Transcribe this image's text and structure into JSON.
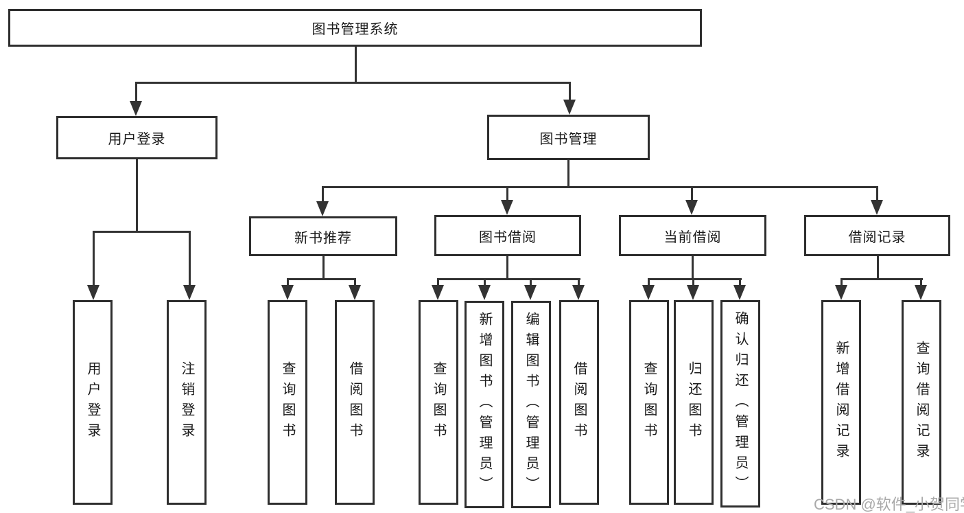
{
  "root": {
    "label": "图书管理系统"
  },
  "branches": [
    {
      "label": "用户登录"
    },
    {
      "label": "图书管理"
    }
  ],
  "modules": [
    {
      "label": "新书推荐"
    },
    {
      "label": "图书借阅"
    },
    {
      "label": "当前借阅"
    },
    {
      "label": "借阅记录"
    }
  ],
  "leaves": [
    {
      "label": "用户登录"
    },
    {
      "label": "注销登录"
    },
    {
      "label": "查询图书"
    },
    {
      "label": "借阅图书"
    },
    {
      "label": "查询图书"
    },
    {
      "label": "新增图书（管理员）"
    },
    {
      "label": "编辑图书（管理员）"
    },
    {
      "label": "借阅图书"
    },
    {
      "label": "查询图书"
    },
    {
      "label": "归还图书"
    },
    {
      "label": "确认归还（管理员）"
    },
    {
      "label": "新增借阅记录"
    },
    {
      "label": "查询借阅记录"
    }
  ],
  "watermark": "CSDN @软件_小贺同学",
  "colors": {
    "line": "#333333",
    "box_border": "#2e2e2e",
    "text": "#1a1a1a",
    "watermark": "#a9a9a9",
    "background": "#ffffff"
  }
}
